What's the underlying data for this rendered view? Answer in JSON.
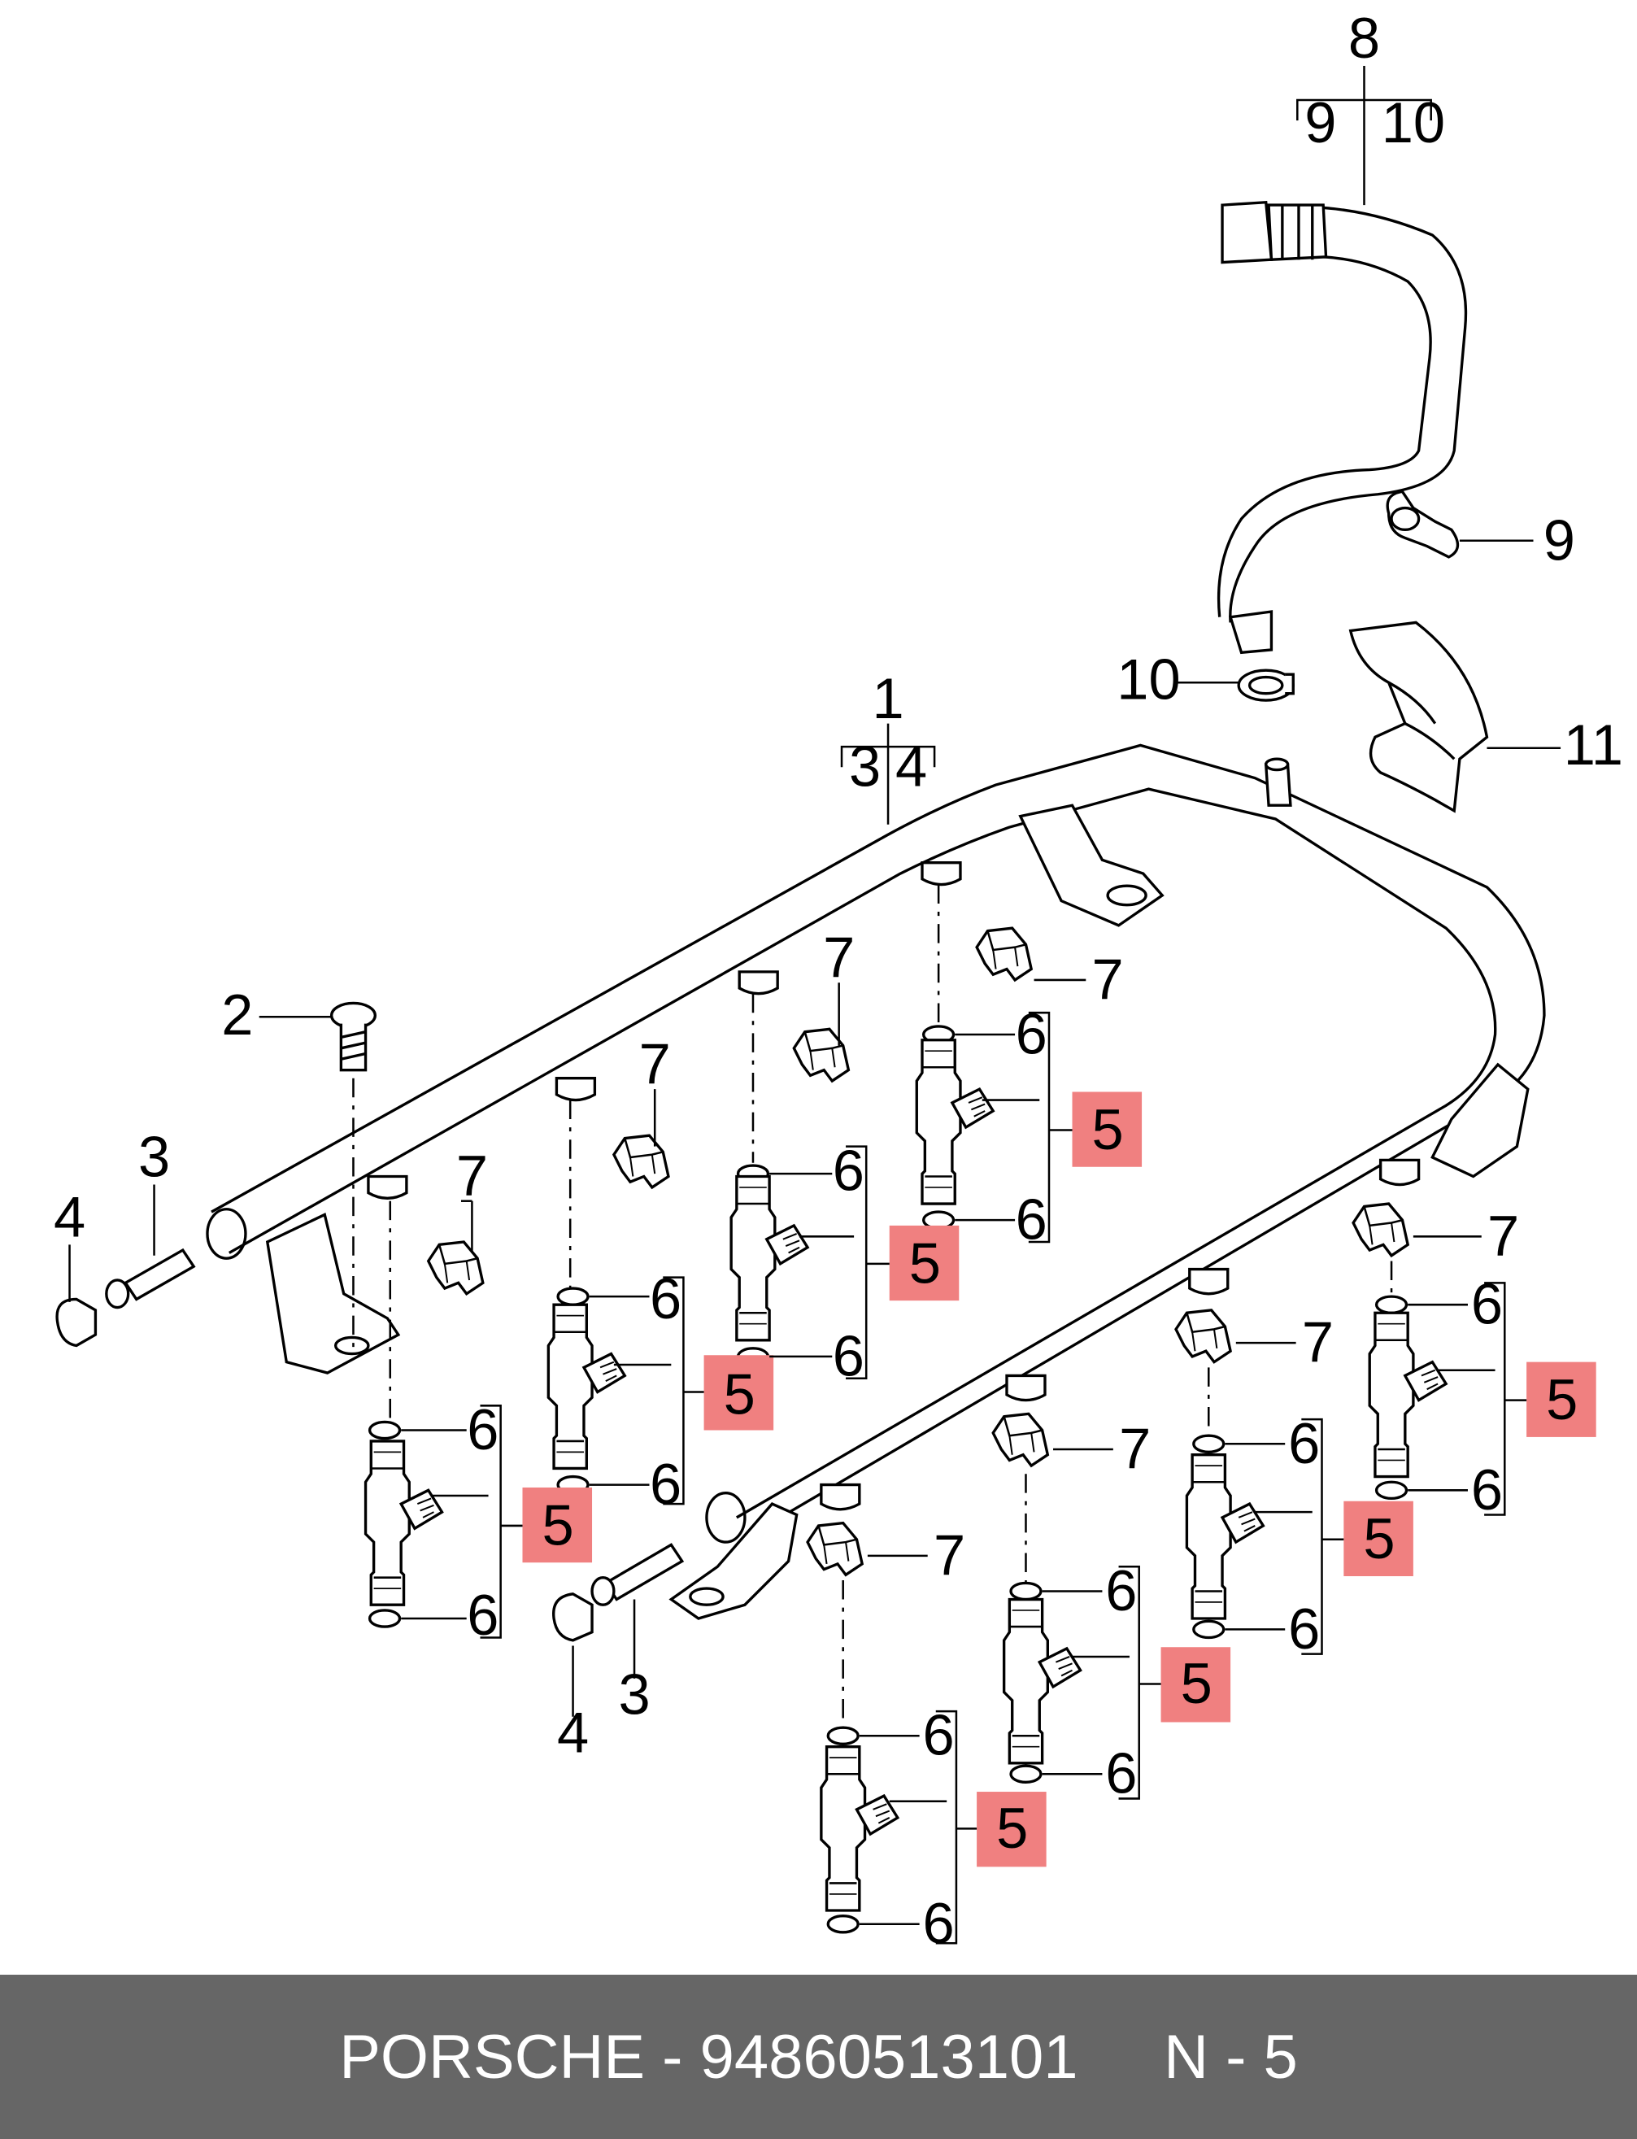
{
  "labels": {
    "l1": "1",
    "l2": "2",
    "l3": "3",
    "l4": "4",
    "l5": "5",
    "l6": "6",
    "l7": "7",
    "l8": "8",
    "l9": "9",
    "l10": "10",
    "l11": "11"
  },
  "colors": {
    "highlight": "#f08080",
    "footer_bg": "#666666",
    "footer_text": "#ffffff"
  },
  "footer": {
    "brand": "PORSCHE - 94860513101",
    "page": "N - 5"
  }
}
